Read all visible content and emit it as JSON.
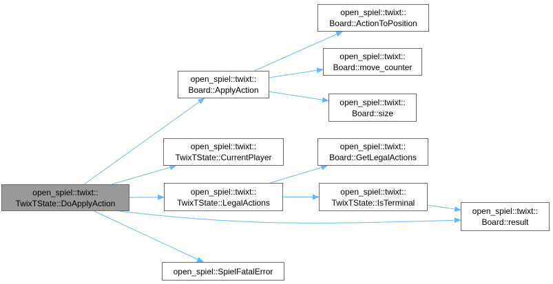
{
  "colors": {
    "edge": "#63b8ff",
    "node_border": "#666666",
    "root_fill": "#999999",
    "node_fill": "#ffffff"
  },
  "nodes": {
    "do_apply_action": {
      "line1": "open_spiel::twixt::",
      "line2": "TwixTState::DoApplyAction"
    },
    "apply_action": {
      "line1": "open_spiel::twixt::",
      "line2": "Board::ApplyAction"
    },
    "action_to_position": {
      "line1": "open_spiel::twixt::",
      "line2": "Board::ActionToPosition"
    },
    "move_counter": {
      "line1": "open_spiel::twixt::",
      "line2": "Board::move_counter"
    },
    "size": {
      "line1": "open_spiel::twixt::",
      "line2": "Board::size"
    },
    "current_player": {
      "line1": "open_spiel::twixt::",
      "line2": "TwixTState::CurrentPlayer"
    },
    "get_legal_actions": {
      "line1": "open_spiel::twixt::",
      "line2": "Board::GetLegalActions"
    },
    "legal_actions": {
      "line1": "open_spiel::twixt::",
      "line2": "TwixTState::LegalActions"
    },
    "is_terminal": {
      "line1": "open_spiel::twixt::",
      "line2": "TwixTState::IsTerminal"
    },
    "result": {
      "line1": "open_spiel::twixt::",
      "line2": "Board::result"
    },
    "spiel_fatal_error": {
      "line1": "open_spiel::SpielFatalError"
    }
  },
  "edges": [
    {
      "from": "do_apply_action",
      "to": "apply_action"
    },
    {
      "from": "do_apply_action",
      "to": "current_player"
    },
    {
      "from": "do_apply_action",
      "to": "legal_actions"
    },
    {
      "from": "do_apply_action",
      "to": "result"
    },
    {
      "from": "do_apply_action",
      "to": "spiel_fatal_error"
    },
    {
      "from": "apply_action",
      "to": "action_to_position"
    },
    {
      "from": "apply_action",
      "to": "move_counter"
    },
    {
      "from": "apply_action",
      "to": "size"
    },
    {
      "from": "legal_actions",
      "to": "get_legal_actions"
    },
    {
      "from": "legal_actions",
      "to": "is_terminal"
    },
    {
      "from": "is_terminal",
      "to": "result"
    }
  ]
}
